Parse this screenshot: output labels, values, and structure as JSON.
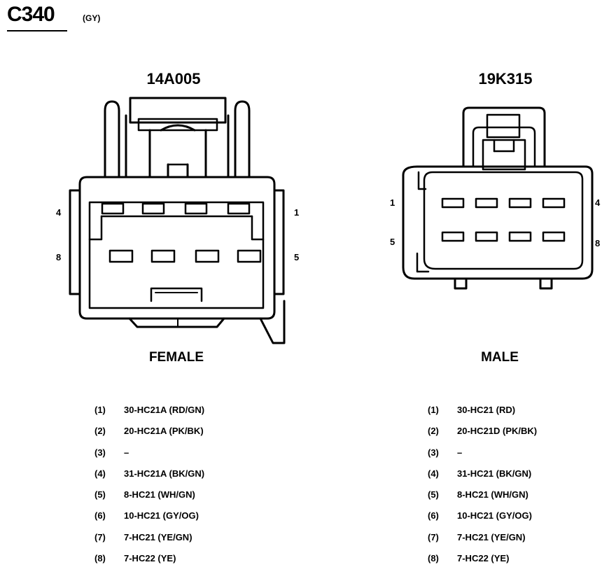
{
  "header": {
    "title": "C340",
    "subtitle": "(GY)"
  },
  "female": {
    "part_number": "14A005",
    "gender": "FEMALE",
    "pin_labels": [
      "4",
      "1",
      "8",
      "5"
    ],
    "pinout": [
      {
        "num": "(1)",
        "circuit": "30-HC21A (RD/GN)"
      },
      {
        "num": "(2)",
        "circuit": "20-HC21A (PK/BK)"
      },
      {
        "num": "(3)",
        "circuit": "–"
      },
      {
        "num": "(4)",
        "circuit": "31-HC21A (BK/GN)"
      },
      {
        "num": "(5)",
        "circuit": "8-HC21 (WH/GN)"
      },
      {
        "num": "(6)",
        "circuit": "10-HC21 (GY/OG)"
      },
      {
        "num": "(7)",
        "circuit": "7-HC21 (YE/GN)"
      },
      {
        "num": "(8)",
        "circuit": "7-HC22 (YE)"
      }
    ]
  },
  "male": {
    "part_number": "19K315",
    "gender": "MALE",
    "pin_labels": [
      "1",
      "4",
      "5",
      "8"
    ],
    "pinout": [
      {
        "num": "(1)",
        "circuit": "30-HC21 (RD)"
      },
      {
        "num": "(2)",
        "circuit": "20-HC21D (PK/BK)"
      },
      {
        "num": "(3)",
        "circuit": "–"
      },
      {
        "num": "(4)",
        "circuit": "31-HC21 (BK/GN)"
      },
      {
        "num": "(5)",
        "circuit": "8-HC21 (WH/GN)"
      },
      {
        "num": "(6)",
        "circuit": "10-HC21 (GY/OG)"
      },
      {
        "num": "(7)",
        "circuit": "7-HC21 (YE/GN)"
      },
      {
        "num": "(8)",
        "circuit": "7-HC22 (YE)"
      }
    ]
  }
}
